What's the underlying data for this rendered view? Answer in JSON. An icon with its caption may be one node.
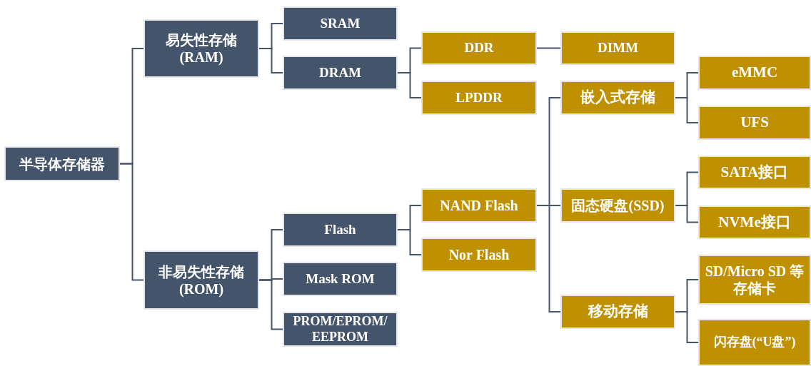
{
  "diagram": {
    "nodes": [
      {
        "text": [
          "半导体存储器"
        ]
      },
      {
        "text": [
          "易失性存储 (RAM)"
        ]
      },
      {
        "text": [
          "非易失性存储 (ROM)"
        ]
      },
      {
        "text": [
          "SRAM"
        ]
      },
      {
        "text": [
          "DRAM"
        ]
      },
      {
        "text": [
          "Flash"
        ]
      },
      {
        "text": [
          "Mask ROM"
        ]
      },
      {
        "text": [
          "PROM/EPROM/ EEPROM"
        ]
      },
      {
        "text": [
          "DDR"
        ]
      },
      {
        "text": [
          "LPDDR"
        ]
      },
      {
        "text": [
          "NAND Flash"
        ]
      },
      {
        "text": [
          "Nor Flash"
        ]
      },
      {
        "text": [
          "DIMM"
        ]
      },
      {
        "text": [
          "嵌入式存储"
        ]
      },
      {
        "text": [
          "固态硬盘(SSD)"
        ]
      },
      {
        "text": [
          "移动存储"
        ]
      },
      {
        "text": [
          "eMMC"
        ]
      },
      {
        "text": [
          "UFS"
        ]
      },
      {
        "text": [
          "SATA接口"
        ]
      },
      {
        "text": [
          "NVMe接口"
        ]
      },
      {
        "text": [
          "SD/Micro SD 等存储卡"
        ]
      },
      {
        "text": [
          "闪存盘(“U盘”)"
        ]
      }
    ],
    "edges": [
      {
        "from": 0,
        "to": 1,
        "arrow": "none"
      },
      {
        "from": 0,
        "to": 2,
        "arrow": "none"
      },
      {
        "from": 1,
        "to": 3,
        "arrow": "none"
      },
      {
        "from": 1,
        "to": 4,
        "arrow": "none"
      },
      {
        "from": 2,
        "to": 5,
        "arrow": "none"
      },
      {
        "from": 2,
        "to": 6,
        "arrow": "none"
      },
      {
        "from": 2,
        "to": 7,
        "arrow": "none"
      },
      {
        "from": 4,
        "to": 8,
        "arrow": "none"
      },
      {
        "from": 4,
        "to": 9,
        "arrow": "none"
      },
      {
        "from": 5,
        "to": 10,
        "arrow": "none"
      },
      {
        "from": 5,
        "to": 11,
        "arrow": "none"
      },
      {
        "from": 8,
        "to": 12,
        "arrow": "none"
      },
      {
        "from": 10,
        "to": 13,
        "arrow": "none"
      },
      {
        "from": 10,
        "to": 14,
        "arrow": "none"
      },
      {
        "from": 10,
        "to": 15,
        "arrow": "none"
      },
      {
        "from": 13,
        "to": 16,
        "arrow": "none"
      },
      {
        "from": 13,
        "to": 17,
        "arrow": "none"
      },
      {
        "from": 14,
        "to": 18,
        "arrow": "none"
      },
      {
        "from": 14,
        "to": 19,
        "arrow": "none"
      },
      {
        "from": 15,
        "to": 20,
        "arrow": "none"
      },
      {
        "from": 15,
        "to": 21,
        "arrow": "none"
      }
    ]
  }
}
